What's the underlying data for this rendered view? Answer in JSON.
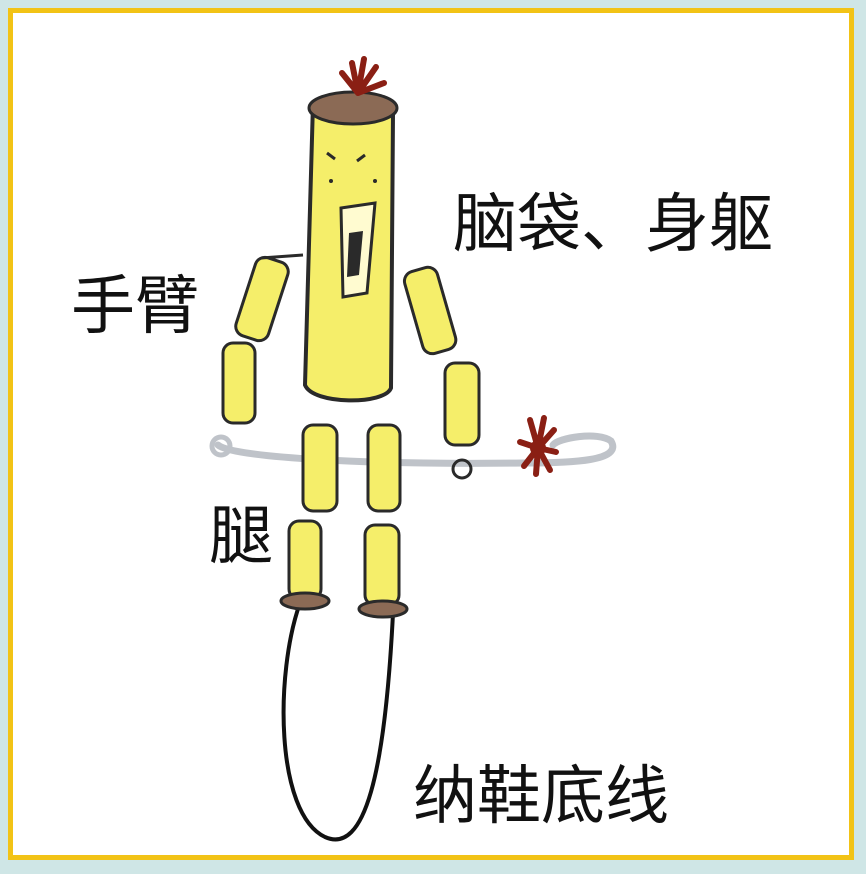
{
  "labels": {
    "head_body": "脑袋、身躯",
    "arms": "手臂",
    "legs": "腿",
    "thread": "纳鞋底线"
  },
  "colors": {
    "frame_border": "#f2c316",
    "outer_bg": "#cfe6e6",
    "doll_fill": "#f5ee6a",
    "outline": "#2a2a2a",
    "tassel": "#8a1f14",
    "cap": "#8b6a55"
  },
  "icons": {
    "figure": "string-puppet-doll"
  }
}
